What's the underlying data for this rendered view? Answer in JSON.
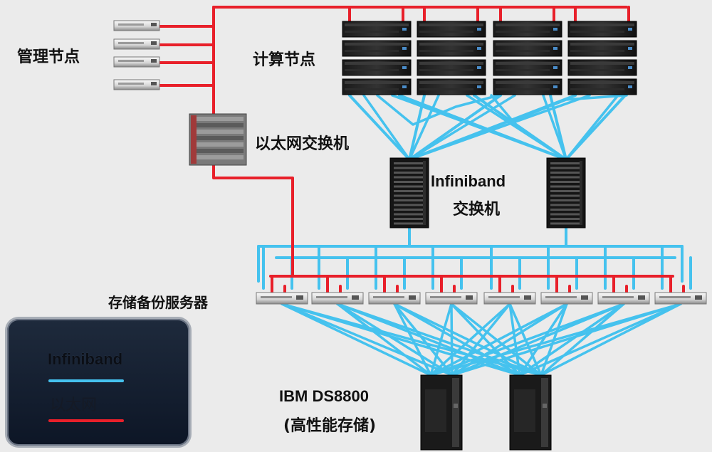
{
  "labels": {
    "management_nodes": "管理节点",
    "compute_nodes": "计算节点",
    "ethernet_switch": "以太网交换机",
    "infiniband_switch_line1": "Infiniband",
    "infiniband_switch_line2": "交换机",
    "backup_servers": "存储备份服务器",
    "storage_line1": "IBM DS8800",
    "storage_line2": "(高性能存储)"
  },
  "legend": {
    "items": [
      {
        "label": "Infiniband",
        "color": "#45c2ee"
      },
      {
        "label": "以太网",
        "color": "#e8202a"
      }
    ]
  },
  "colors": {
    "infiniband": "#45c2ee",
    "ethernet": "#e8202a",
    "background": "#ebebeb"
  },
  "counts": {
    "management_nodes": 4,
    "compute_racks": 4,
    "compute_servers_per_rack": 4,
    "infiniband_switches": 2,
    "backup_servers": 8,
    "storage_units": 2
  }
}
